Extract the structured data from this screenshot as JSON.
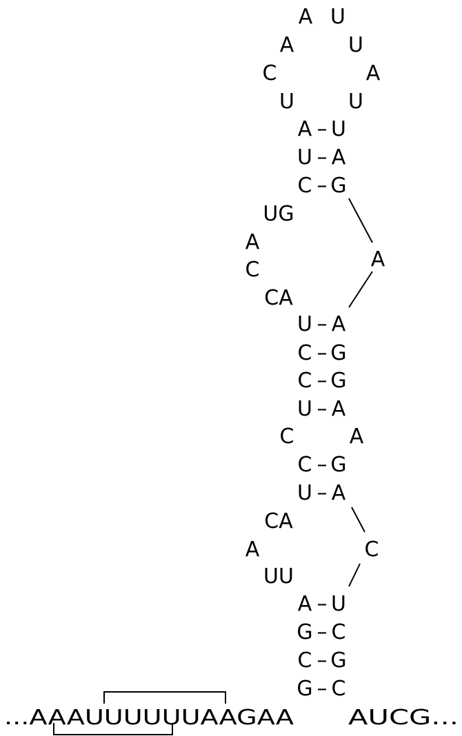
{
  "hairpin_loop": {
    "left": [
      "A",
      "A",
      "C",
      "U"
    ],
    "right": [
      "U",
      "U",
      "A",
      "U"
    ]
  },
  "upper_stem": [
    {
      "left": "A",
      "dash": "–",
      "right": "U"
    },
    {
      "left": "U",
      "dash": "–",
      "right": "A"
    },
    {
      "left": "C",
      "dash": "–",
      "right": "G"
    }
  ],
  "upper_internal_loop": {
    "left": [
      "UG",
      "A",
      "C",
      "CA"
    ],
    "right": [
      "A"
    ]
  },
  "middle_stem": [
    {
      "left": "U",
      "dash": "–",
      "right": "A"
    },
    {
      "left": "C",
      "dash": "–",
      "right": "G"
    },
    {
      "left": "C",
      "dash": "–",
      "right": "G"
    },
    {
      "left": "U",
      "dash": "–",
      "right": "A"
    }
  ],
  "mismatch": {
    "left": "C",
    "right": "A"
  },
  "middle_stem_2": [
    {
      "left": "C",
      "dash": "–",
      "right": "G"
    },
    {
      "left": "U",
      "dash": "–",
      "right": "A"
    }
  ],
  "lower_internal_loop": {
    "left": [
      "CA",
      "A",
      "UU"
    ],
    "right": [
      "C"
    ]
  },
  "lower_stem": [
    {
      "left": "A",
      "dash": "–",
      "right": "U"
    },
    {
      "left": "G",
      "dash": "–",
      "right": "C"
    },
    {
      "left": "C",
      "dash": "–",
      "right": "G"
    },
    {
      "left": "G",
      "dash": "–",
      "right": "C"
    }
  ],
  "sequence": {
    "left": "...AAAUUUUUUAAGAA",
    "right": "AUCG..."
  }
}
